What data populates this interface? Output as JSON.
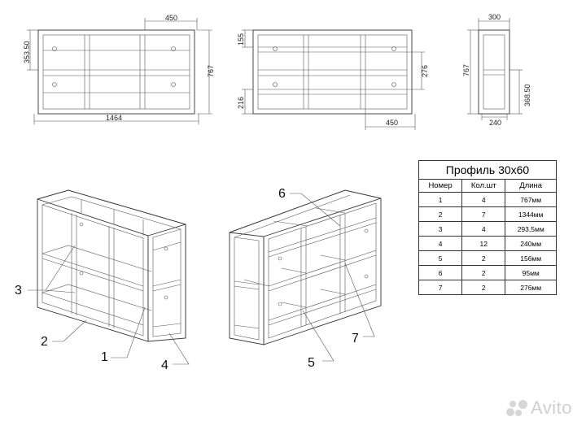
{
  "dimensions": {
    "front": {
      "top_span": "450",
      "height": "353.50",
      "total_height": "767",
      "width": "1464"
    },
    "back": {
      "top_gap": "155",
      "bottom_gap": "216",
      "middle_gap": "276",
      "bottom_span": "450"
    },
    "side": {
      "width": "300",
      "height": "767",
      "lower_height": "368.50",
      "base": "240"
    }
  },
  "callouts": {
    "n1": "1",
    "n2": "2",
    "n3": "3",
    "n4": "4",
    "n5": "5",
    "n6": "6",
    "n7": "7"
  },
  "spec_table": {
    "title": "Профиль 30х60",
    "headers": [
      "Номер",
      "Кол.шт",
      "Длина"
    ],
    "rows": [
      [
        "1",
        "4",
        "767мм"
      ],
      [
        "2",
        "7",
        "1344мм"
      ],
      [
        "3",
        "4",
        "293,5мм"
      ],
      [
        "4",
        "12",
        "240мм"
      ],
      [
        "5",
        "2",
        "156мм"
      ],
      [
        "6",
        "2",
        "95мм"
      ],
      [
        "7",
        "2",
        "276мм"
      ]
    ]
  },
  "watermark": {
    "text": "Avito"
  }
}
